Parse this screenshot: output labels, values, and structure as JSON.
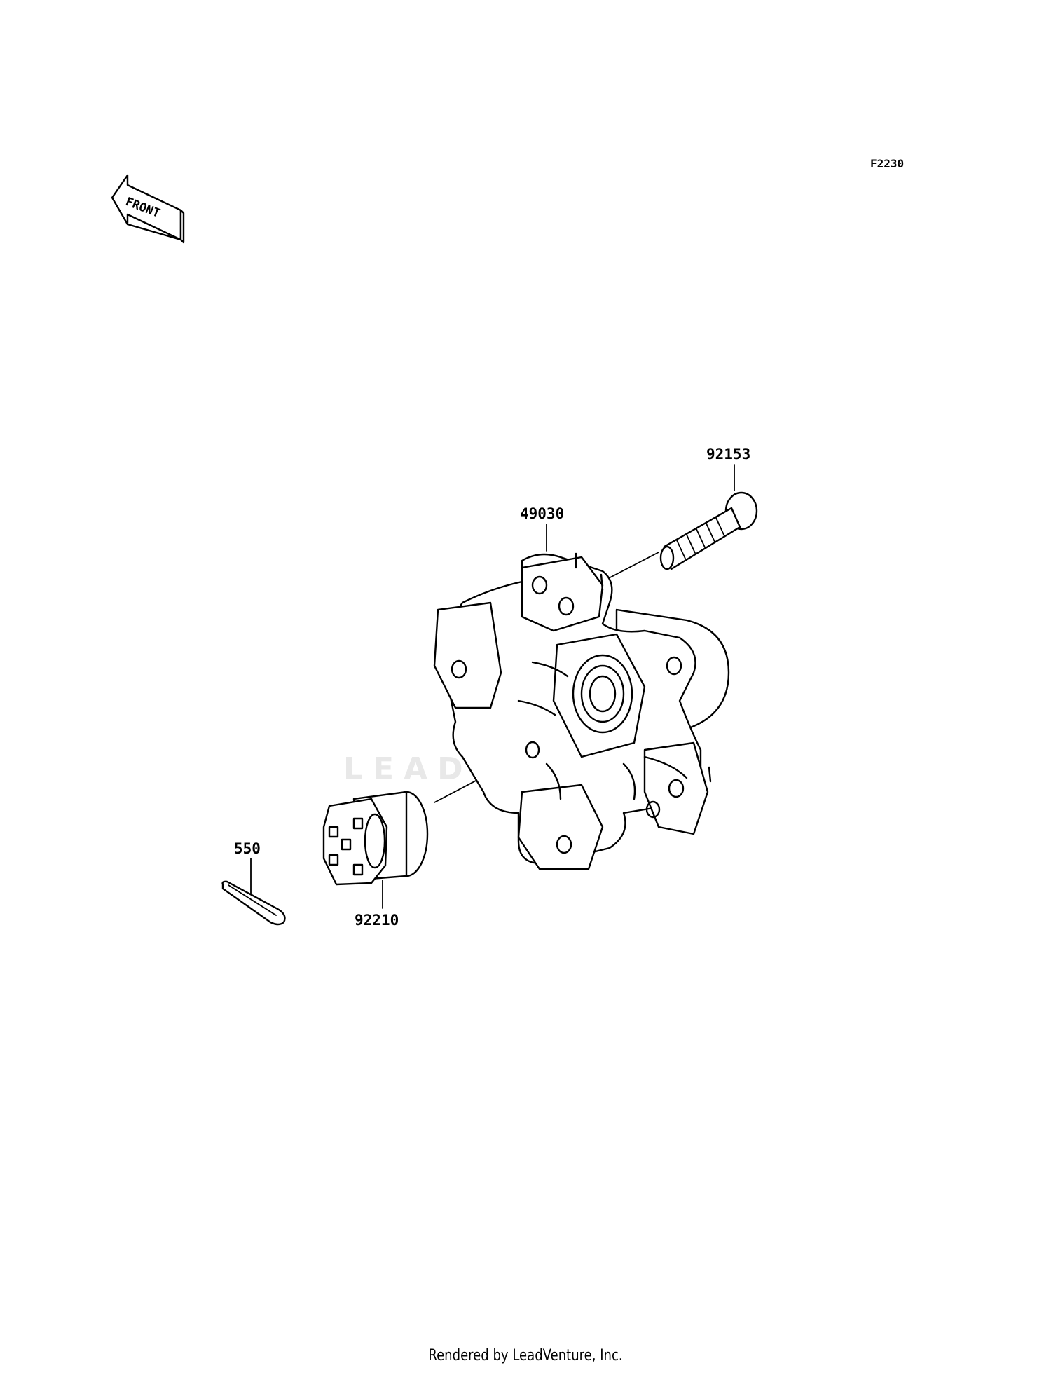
{
  "diagram_code": "F2230",
  "orientation_arrow": {
    "label": "FRONT",
    "icon": "front-direction-arrow-icon"
  },
  "watermark": "LEADVENTURE",
  "parts": [
    {
      "part_number": "92153",
      "name_icon": "hub-stud-icon"
    },
    {
      "part_number": "49030",
      "name_icon": "wheel-hub-icon"
    },
    {
      "part_number": "550",
      "name_icon": "cotter-pin-icon"
    },
    {
      "part_number": "92210",
      "name_icon": "castle-nut-icon"
    }
  ],
  "footer": "Rendered by LeadVenture, Inc."
}
